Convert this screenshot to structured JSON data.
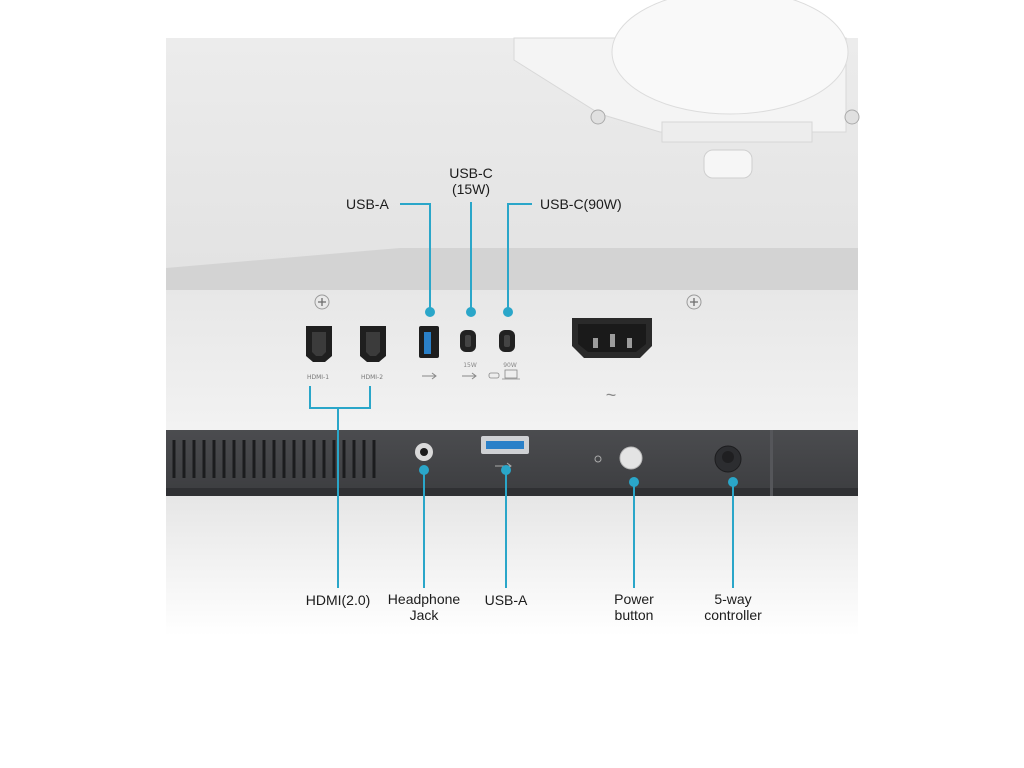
{
  "accent": "#2aa6c9",
  "labels_top": {
    "usb_a": "USB-A",
    "usb_c15_line1": "USB-C",
    "usb_c15_line2": "(15W)",
    "usb_c90": "USB-C(90W)"
  },
  "labels_bottom": {
    "hdmi": "HDMI(2.0)",
    "headphone_line1": "Headphone",
    "headphone_line2": "Jack",
    "usb_a": "USB-A",
    "power_line1": "Power",
    "power_line2": "button",
    "controller_line1": "5-way",
    "controller_line2": "controller"
  },
  "port_marks": {
    "hdmi1": "HDMI-1",
    "hdmi2": "HDMI-2",
    "c15_rating": "15W",
    "c90_rating": "90W",
    "ac_symbol": "~"
  }
}
